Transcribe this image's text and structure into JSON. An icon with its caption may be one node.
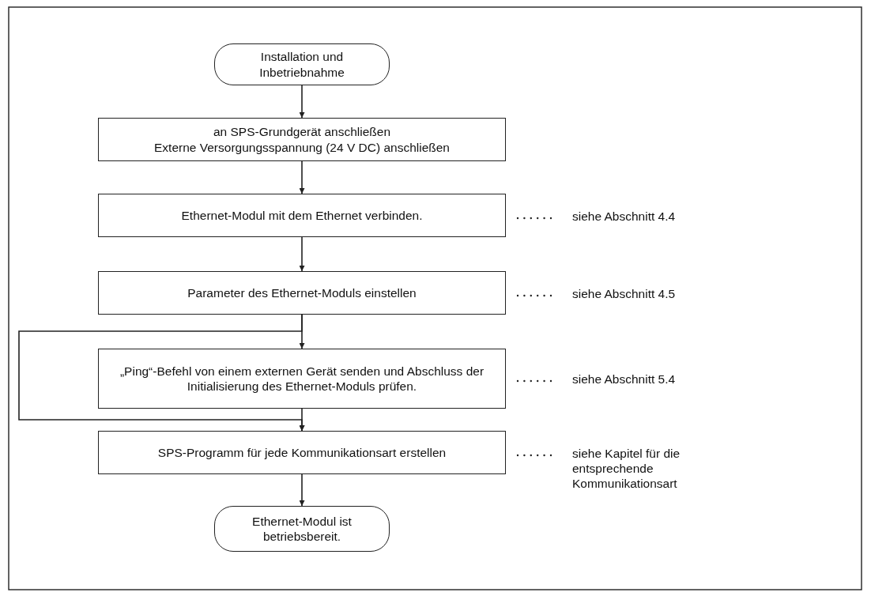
{
  "diagram": {
    "nodes": [
      {
        "text": [
          "Installation und Inbetriebnahme"
        ]
      },
      {
        "text": [
          "an SPS-Grundgerät anschließen",
          "Externe Versorgungsspannung (24 V DC) anschließen"
        ]
      },
      {
        "text": [
          "Ethernet-Modul mit dem Ethernet verbinden."
        ],
        "beside": [
          "siehe Abschnitt 4.4"
        ]
      },
      {
        "text": [
          "Parameter des Ethernet-Moduls einstellen"
        ],
        "beside": [
          "siehe Abschnitt 4.5"
        ]
      },
      {
        "text": [
          "„Ping“-Befehl von einem externen Gerät senden und Abschluss der Initialisierung des Ethernet-Moduls prüfen."
        ],
        "beside": [
          "siehe Abschnitt 5.4"
        ]
      },
      {
        "text": [
          "SPS-Programm für jede Kommunikationsart erstellen"
        ],
        "beside": [
          "siehe Kapitel für die entsprechende Kommunikationsart"
        ]
      },
      {
        "text": [
          "Ethernet-Modul ist betriebsbereit."
        ]
      }
    ],
    "edges": [
      {
        "from": 0,
        "to": 1,
        "arrow": "to"
      },
      {
        "from": 1,
        "to": 2,
        "arrow": "to"
      },
      {
        "from": 2,
        "to": 3,
        "arrow": "to"
      },
      {
        "from": 3,
        "to": 4,
        "arrow": "to"
      },
      {
        "from": 4,
        "to": 5,
        "arrow": "to"
      },
      {
        "from": 3,
        "to": 5,
        "arrow": "to"
      },
      {
        "from": 5,
        "to": 6,
        "arrow": "to"
      }
    ]
  }
}
